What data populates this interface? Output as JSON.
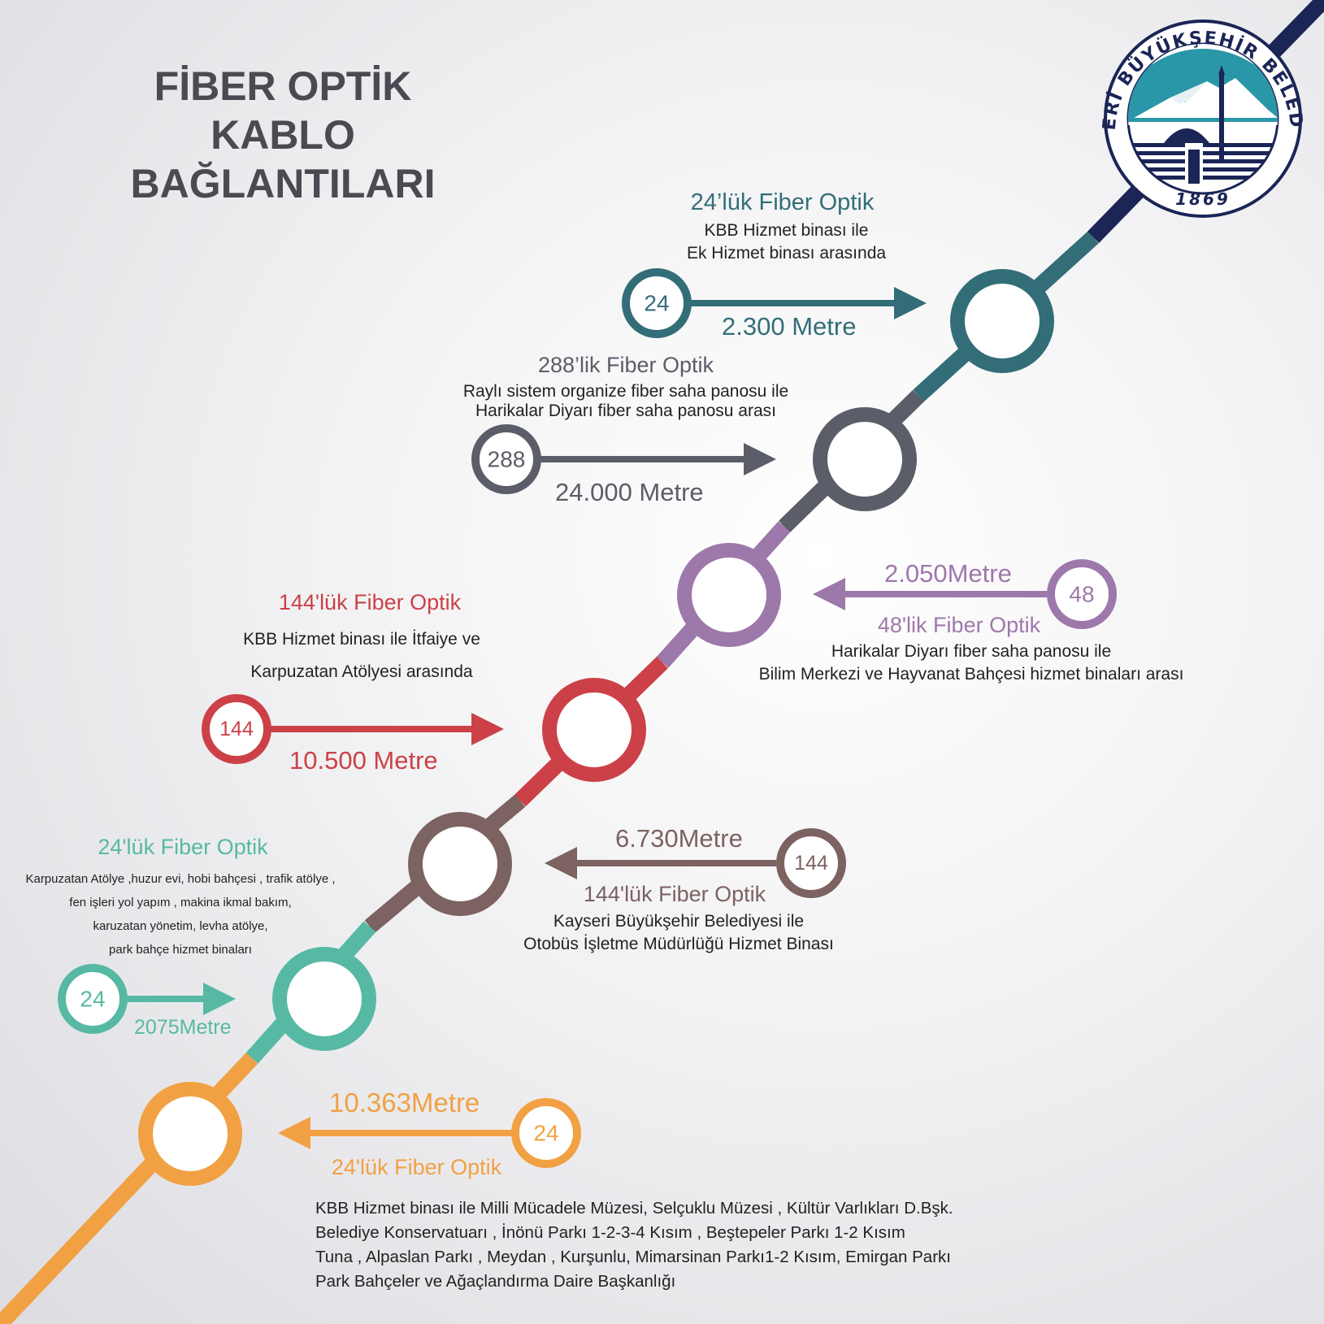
{
  "title": {
    "line1": "FİBER OPTİK KABLO",
    "line2": "BAĞLANTILARI"
  },
  "logo": {
    "ring_text": "KAYSERİ BÜYÜKŞEHİR BELEDİYESİ",
    "year": "1869",
    "icon": "mountain-mosque-emblem-icon"
  },
  "colors": {
    "navy": "#1b2556",
    "teal": "#336e78",
    "slate": "#5b5d68",
    "purple": "#9d78ab",
    "red": "#cc4147",
    "brown": "#7c6260",
    "mint": "#57b9a3",
    "orange": "#f1a143"
  },
  "connections": [
    {
      "badge": "24",
      "heading": "24’lük Fiber Optik",
      "description": [
        "KBB Hizmet binası ile",
        "Ek Hizmet binası arasında"
      ],
      "distance": "2.300 Metre",
      "arrow_direction": "right",
      "color": "#336e78"
    },
    {
      "badge": "288",
      "heading": "288’lik Fiber Optik",
      "description": [
        "Raylı sistem organize fiber saha panosu ile",
        "Harikalar Diyarı fiber saha panosu arası"
      ],
      "distance": "24.000 Metre",
      "arrow_direction": "right",
      "color": "#5b5d68"
    },
    {
      "badge": "48",
      "heading": "48'lik Fiber Optik",
      "description": [
        "Harikalar Diyarı fiber saha panosu ile",
        "Bilim Merkezi ve Hayvanat Bahçesi hizmet binaları arası"
      ],
      "distance": "2.050Metre",
      "arrow_direction": "left",
      "color": "#9d78ab"
    },
    {
      "badge": "144",
      "heading": "144'lük Fiber Optik",
      "description": [
        "KBB Hizmet binası ile İtfaiye ve",
        "Karpuzatan Atölyesi arasında"
      ],
      "distance": "10.500 Metre",
      "arrow_direction": "right",
      "color": "#cc4147"
    },
    {
      "badge": "144",
      "heading": "144'lük Fiber Optik",
      "description": [
        "Kayseri Büyükşehir Belediyesi ile",
        "Otobüs İşletme Müdürlüğü Hizmet Binası"
      ],
      "distance": "6.730Metre",
      "arrow_direction": "left",
      "color": "#7c6260"
    },
    {
      "badge": "24",
      "heading": "24'lük Fiber Optik",
      "description": [
        "Karpuzatan Atölye ,huzur evi, hobi bahçesi , trafik atölye ,",
        "fen işleri yol yapım , makina ikmal bakım,",
        "karuzatan yönetim, levha atölye,",
        "park bahçe hizmet binaları"
      ],
      "distance": "2075Metre",
      "arrow_direction": "right",
      "color": "#57b9a3"
    },
    {
      "badge": "24",
      "heading": "24'lük Fiber Optik",
      "description": [
        "KBB Hizmet binası ile Milli Mücadele Müzesi, Selçuklu Müzesi , Kültür Varlıkları D.Bşk.",
        "Belediye Konservatuarı , İnönü Parkı 1-2-3-4 Kısım , Beştepeler Parkı 1-2 Kısım",
        "Tuna , Alpaslan Parkı , Meydan , Kurşunlu, Mimarsinan Parkı1-2 Kısım, Emirgan Parkı",
        "Park Bahçeler ve Ağaçlandırma Daire Başkanlığı"
      ],
      "distance": "10.363Metre",
      "arrow_direction": "left",
      "color": "#f1a143"
    }
  ]
}
